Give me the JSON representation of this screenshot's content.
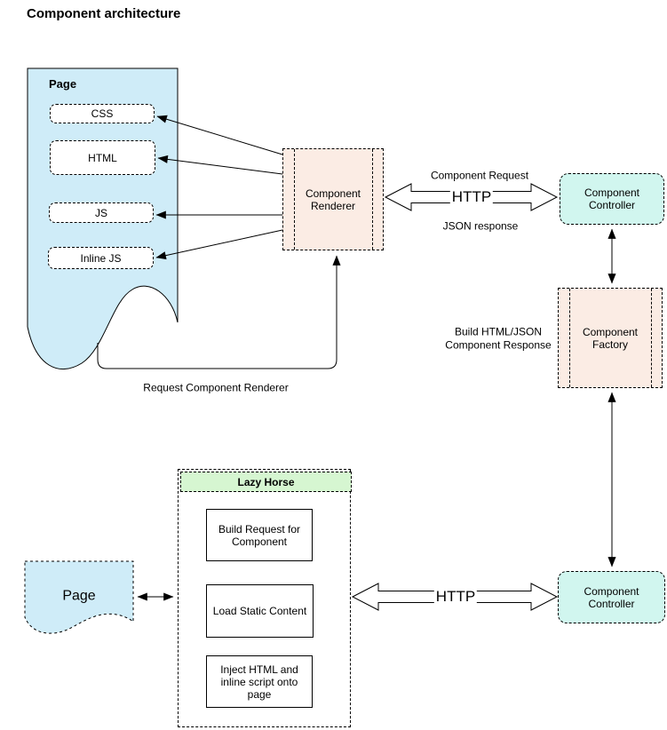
{
  "title": "Component architecture",
  "colors": {
    "page_fill": "#cfecf8",
    "renderer_fill": "#fbece4",
    "controller_fill": "#d1f6ef",
    "lazy_header_fill": "#d6f6d1",
    "part_fill": "#ffffff",
    "stroke": "#000000"
  },
  "top": {
    "page": {
      "label": "Page",
      "parts": [
        "CSS",
        "HTML",
        "JS",
        "Inline JS"
      ]
    },
    "renderer": {
      "label": "Component Renderer"
    },
    "http": {
      "label": "HTTP",
      "request_label": "Component Request",
      "response_label": "JSON response"
    },
    "controller": {
      "label": "Component Controller"
    },
    "factory": {
      "label": "Component Factory",
      "build_line1": "Build HTML/JSON",
      "build_line2": "Component Response"
    },
    "request_renderer_label": "Request Component Renderer"
  },
  "bottom": {
    "page": {
      "label": "Page"
    },
    "lazy_horse": {
      "title": "Lazy Horse",
      "steps": [
        "Build Request for Component",
        "Load Static Content",
        "Inject HTML and inline script onto page"
      ]
    },
    "http": {
      "label": "HTTP"
    },
    "controller": {
      "label": "Component Controller"
    }
  }
}
